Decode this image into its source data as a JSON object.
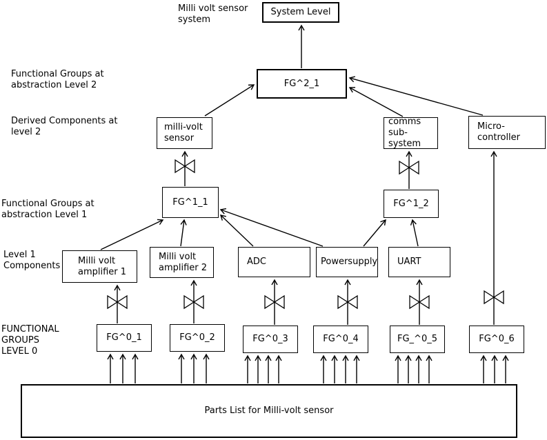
{
  "nodes": {
    "system_level": "System Level",
    "fg2_1": "FG^2_1",
    "millivolt_sensor": "milli-volt\nsensor",
    "comms_subsystem": "comms\nsub-system",
    "micro_controller": "Micro-\ncontroller",
    "fg1_1": "FG^1_1",
    "fg1_2": "FG^1_2",
    "amp1": "Milli volt\namplifier 1",
    "amp2": "Milli volt\namplifier 2",
    "adc": "ADC",
    "powersupply": "Powersupply",
    "uart": "UART",
    "fg0_1": "FG^0_1",
    "fg0_2": "FG^0_2",
    "fg0_3": "FG^0_3",
    "fg0_4": "FG^0_4",
    "fg0_5": "FG_^0_5",
    "fg0_6": "FG^0_6",
    "parts_list": "Parts List for Milli-volt sensor"
  },
  "labels": {
    "system_note": "Milli volt sensor\nsystem",
    "level2_groups": "Functional Groups at\nabstraction Level 2",
    "level2_derived": "Derived Components at\nlevel 2",
    "level1_groups": "Functional Groups at\nabstraction Level 1",
    "level1_components": "Level  1\nComponents",
    "level0_groups": "FUNCTIONAL\nGROUPS\n LEVEL 0"
  },
  "edges": [
    "FG^2_1 -> System Level",
    "milli-volt sensor -> FG^2_1",
    "comms sub-system -> FG^2_1",
    "Micro-controller -> FG^2_1",
    "FG^1_1 -(bowtie)-> milli-volt sensor",
    "FG^1_2 -(bowtie)-> comms sub-system",
    "Milli volt amplifier 1 -> FG^1_1",
    "Milli volt amplifier 2 -> FG^1_1",
    "ADC -> FG^1_1",
    "Powersupply -> FG^1_1",
    "Powersupply -> FG^1_2",
    "UART -> FG^1_2",
    "FG^0_1 -(bowtie)-> Milli volt amplifier 1",
    "FG^0_2 -(bowtie)-> Milli volt amplifier 2",
    "FG^0_3 -(bowtie)-> ADC",
    "FG^0_4 -(bowtie)-> Powersupply",
    "FG_^0_5 -(bowtie)-> UART",
    "FG^0_6 -(bowtie)-> Micro-controller",
    "Parts List -> FG^0_1 .. FG^0_6 (multiple arrows)"
  ],
  "colors": {
    "line": "#000000",
    "background": "#ffffff"
  }
}
